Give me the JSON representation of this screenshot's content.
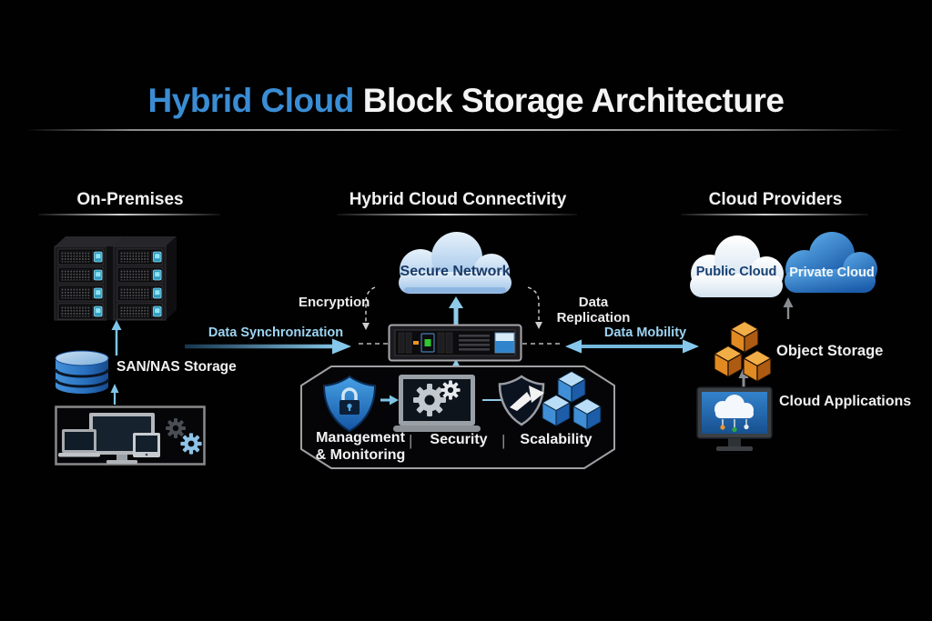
{
  "title": {
    "highlight": "Hybrid Cloud",
    "rest": "Block Storage Architecture"
  },
  "sections": {
    "on_premises": {
      "header": "On-Premises",
      "storage_label": "SAN/NAS Storage"
    },
    "connectivity": {
      "header": "Hybrid Cloud Connectivity",
      "network_label": "Secure Network",
      "encryption_label": "Encryption",
      "replication_label": "Data Replication",
      "features": {
        "management_line1": "Management",
        "management_line2": "& Monitoring",
        "divider": "|",
        "security": "Security",
        "scalability": "Scalability"
      }
    },
    "cloud_providers": {
      "header": "Cloud Providers",
      "public_cloud_label": "Public Cloud",
      "private_cloud_label": "Private Cloud",
      "object_storage_label": "Object Storage",
      "cloud_applications_label": "Cloud Applications"
    }
  },
  "flows": {
    "data_synchronization": "Data Synchronization",
    "data_mobility": "Data Mobility"
  },
  "colors": {
    "background": "#010101",
    "title_accent": "#3a8dd4",
    "title_text": "#f4f4f4",
    "flow_blue": "#86c8ec",
    "secure_cloud_light": "#c5ddf2",
    "private_cloud_blue": "#2f7ac8",
    "object_storage_orange": "#e8943a",
    "scalability_blue": "#4a96d8",
    "status_green": "#2fc82f",
    "status_orange": "#e8961e"
  }
}
